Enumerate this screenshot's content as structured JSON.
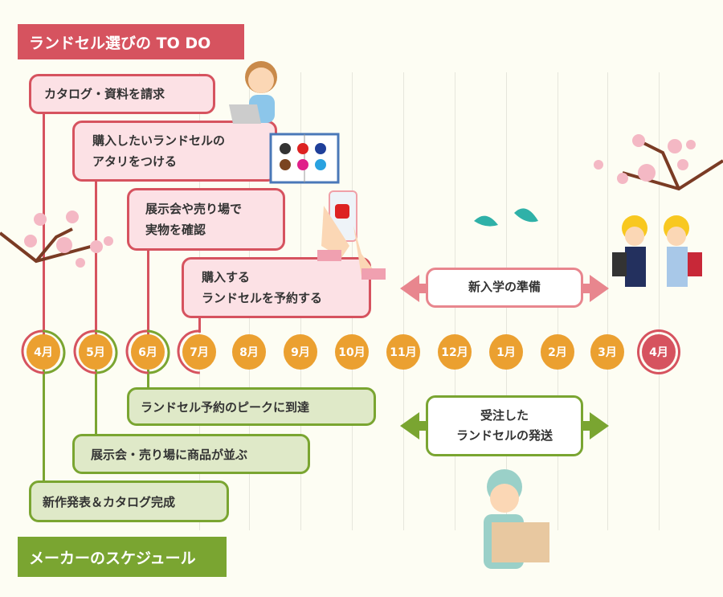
{
  "todo": {
    "title": "ランドセル選びの TO DO",
    "items": [
      {
        "lines": [
          "カタログ・資料を請求"
        ]
      },
      {
        "lines": [
          "購入したいランドセルの",
          "アタリをつける"
        ]
      },
      {
        "lines": [
          "展示会や売り場で",
          "実物を確認"
        ]
      },
      {
        "lines": [
          "購入する",
          "ランドセルを予約する"
        ]
      }
    ],
    "prep": "新入学の準備"
  },
  "months": [
    "4月",
    "5月",
    "6月",
    "7月",
    "8月",
    "9月",
    "10月",
    "11月",
    "12月",
    "1月",
    "2月",
    "3月",
    "4月"
  ],
  "maker": {
    "title": "メーカーのスケジュール",
    "items": [
      "ランドセル予約のピークに到達",
      "展示会・売り場に商品が並ぶ",
      "新作発表＆カタログ完成"
    ],
    "shipping": [
      "受注した",
      "ランドセルの発送"
    ]
  },
  "colors": {
    "pink": "#d6535f",
    "green": "#7aa531",
    "orange": "#eba030"
  }
}
